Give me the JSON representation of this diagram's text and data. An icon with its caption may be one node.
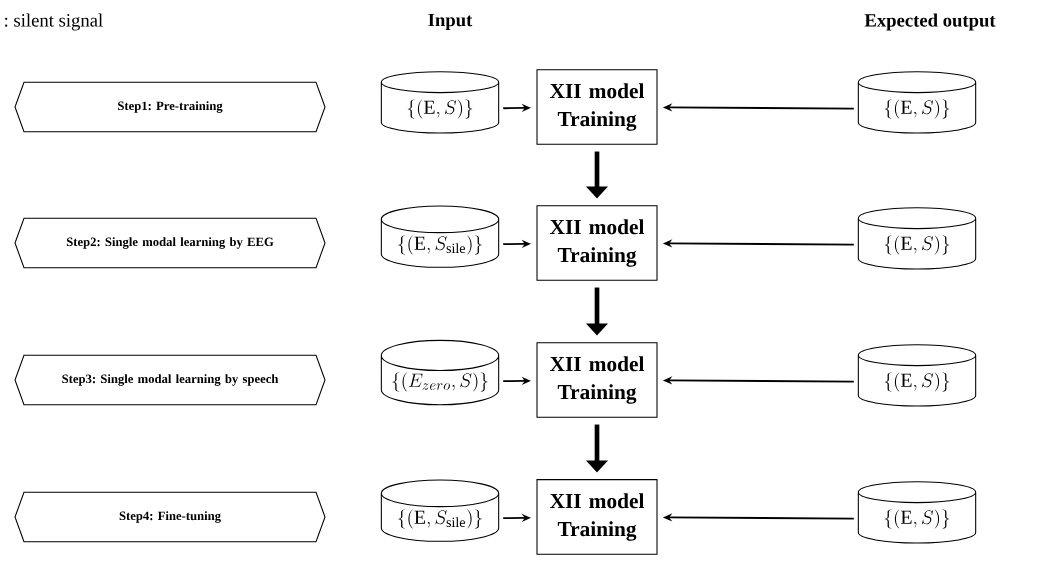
{
  "diagram": {
    "nodes": [
      {
        "text": [
          "Step1: Pre-training"
        ]
      },
      {
        "text": [
          "\\{(\\mathrm{E},S)\\}"
        ]
      },
      {
        "text": [
          "XII model Training"
        ]
      },
      {
        "text": [
          "\\{(\\mathrm{E},S)\\}"
        ]
      },
      {
        "text": [
          "Step2: Single modal learning by EEG"
        ]
      },
      {
        "text": [
          "\\{(\\mathrm{E},S_{\\mathrm{sile}})\\}"
        ]
      },
      {
        "text": [
          "XII model Training"
        ]
      },
      {
        "text": [
          "\\{(\\mathrm{E},S)\\}"
        ]
      },
      {
        "text": [
          "Step3: Single modal learning by speech"
        ]
      },
      {
        "text": [
          "\\{(E_{zero},S)\\}"
        ]
      },
      {
        "text": [
          "XII model Training"
        ]
      },
      {
        "text": [
          "\\{(\\mathrm{E},S)\\}"
        ]
      },
      {
        "text": [
          "Step4: Fine-tuning"
        ]
      },
      {
        "text": [
          "\\{(\\mathrm{E},S_{\\mathrm{sile}})\\}"
        ]
      },
      {
        "text": [
          "XII model Training"
        ]
      },
      {
        "text": [
          "\\{(\\mathrm{E},S)\\}"
        ]
      }
    ],
    "edges": [
      {
        "from": 1,
        "to": 2,
        "arrow": "to"
      },
      {
        "from": 3,
        "to": 2,
        "arrow": "to"
      },
      {
        "from": 2,
        "to": 6,
        "arrow": "to",
        "style": "thick"
      },
      {
        "from": 5,
        "to": 6,
        "arrow": "to"
      },
      {
        "from": 7,
        "to": 6,
        "arrow": "to"
      },
      {
        "from": 6,
        "to": 10,
        "arrow": "to",
        "style": "thick"
      },
      {
        "from": 9,
        "to": 10,
        "arrow": "to"
      },
      {
        "from": 11,
        "to": 10,
        "arrow": "to"
      },
      {
        "from": 10,
        "to": 14,
        "arrow": "to",
        "style": "thick"
      },
      {
        "from": 13,
        "to": 14,
        "arrow": "to"
      },
      {
        "from": 15,
        "to": 14,
        "arrow": "to"
      }
    ],
    "labels": [
      ": silent signal",
      "Input",
      "Expected output"
    ]
  }
}
